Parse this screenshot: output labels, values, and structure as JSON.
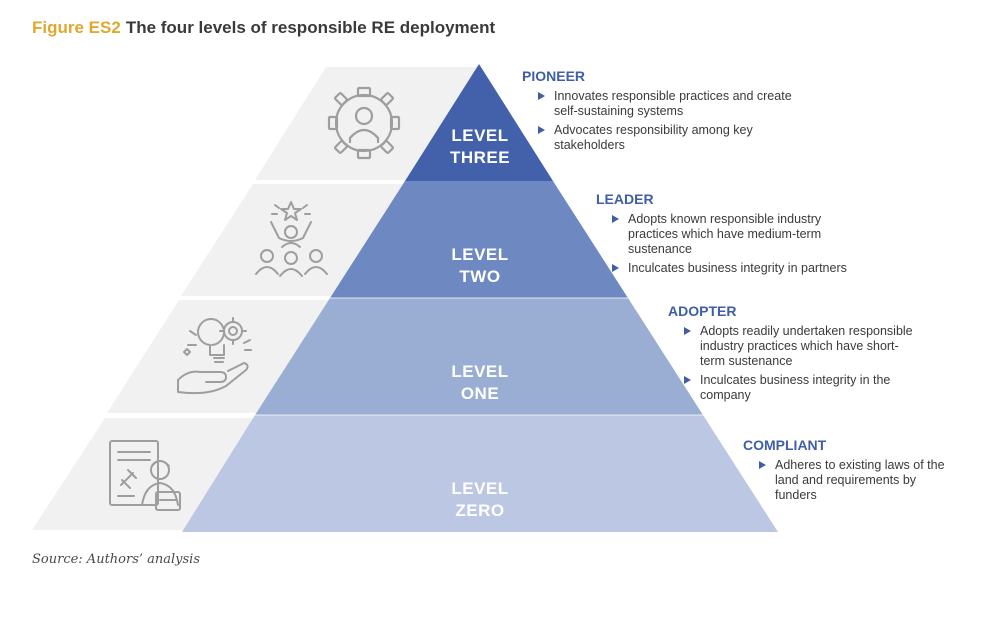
{
  "figure": {
    "number": "Figure ES2",
    "title": "The four levels of responsible RE deployment"
  },
  "levels": [
    {
      "line1": "LEVEL",
      "line2": "THREE",
      "color": "#4261aa",
      "icon": "gear-person-icon"
    },
    {
      "line1": "LEVEL",
      "line2": "TWO",
      "color": "#6e89c2",
      "icon": "team-star-icon"
    },
    {
      "line1": "LEVEL",
      "line2": "ONE",
      "color": "#9aaed4",
      "icon": "lightbulb-hand-icon"
    },
    {
      "line1": "LEVEL",
      "line2": "ZERO",
      "color": "#bcc8e3",
      "icon": "law-document-icon"
    }
  ],
  "tiers": [
    {
      "title": "PIONEER",
      "items": [
        "Innovates responsible practices and create self-sustaining systems",
        "Advocates responsibility among key stakeholders"
      ]
    },
    {
      "title": "LEADER",
      "items": [
        "Adopts known responsible industry practices which have medium-term sustenance",
        "Inculcates business integrity in partners"
      ]
    },
    {
      "title": "ADOPTER",
      "items": [
        "Adopts readily undertaken responsible industry practices which have short-term sustenance",
        "Inculcates business integrity in the company"
      ]
    },
    {
      "title": "COMPLIANT",
      "items": [
        "Adheres to existing laws of the land and requirements by funders"
      ]
    }
  ],
  "source": "Source: Authors’ analysis",
  "colors": {
    "accent_title": "#e0a82e",
    "tier_title": "#3f5ea6",
    "background_band": "#f1f1f1",
    "icon_stroke": "#9e9e9e"
  }
}
